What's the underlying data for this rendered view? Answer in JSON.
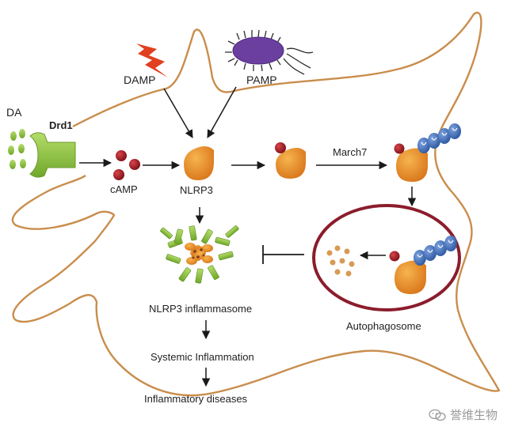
{
  "labels": {
    "da": "DA",
    "drd1": "Drd1",
    "damp": "DAMP",
    "pamp": "PAMP",
    "camp": "cAMP",
    "nlrp3": "NLRP3",
    "march7": "March7",
    "nlrp3_inflammasome": "NLRP3 inflammasome",
    "autophagosome": "Autophagosome",
    "systemic_inflammation": "Systemic Inflammation",
    "inflammatory_diseases": "Inflammatory diseases"
  },
  "watermark": {
    "text": "誉维生物",
    "icon": "wechat-logo-icon"
  },
  "colors": {
    "cell_outline": "#c98d4c",
    "nlrp3_orange": "#e8902a",
    "red_ball": "#9c1b22",
    "receptor_green": "#8cc63f",
    "ubiquitin_blue": "#3f6fb8",
    "autophagosome_ring": "#8b1d2c",
    "arrow": "#1a1a1a"
  }
}
